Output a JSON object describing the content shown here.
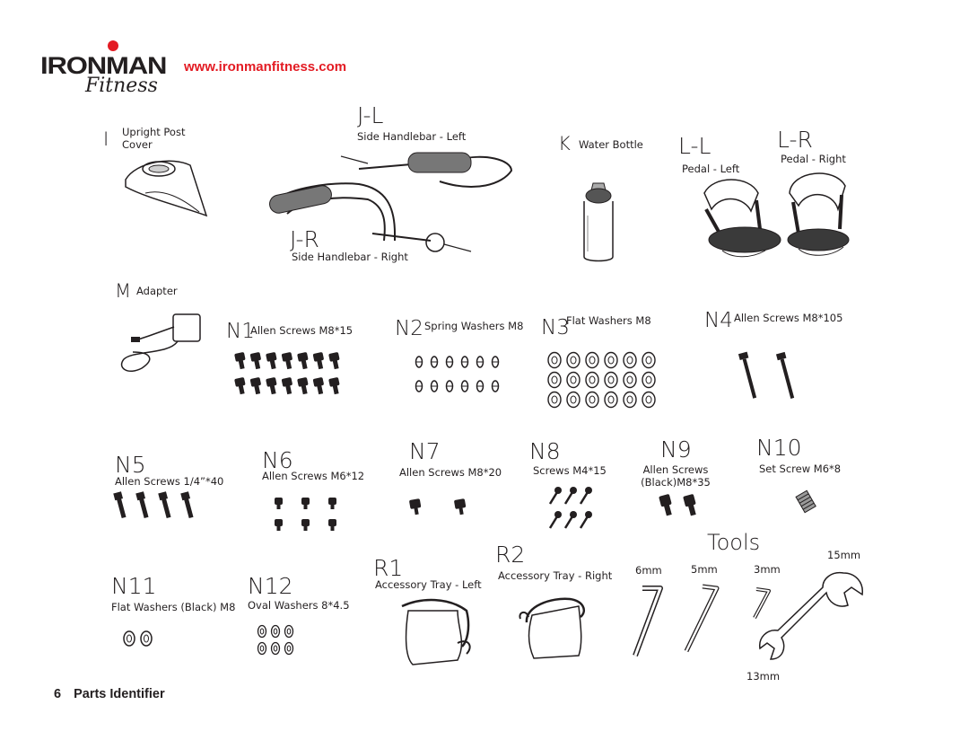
{
  "brand": {
    "logo_text": "IRONMAN",
    "logo_sub": "Fitness",
    "url": "www.ironmanfitness.com",
    "accent_color": "#e31b23"
  },
  "footer": {
    "page_number": "6",
    "title": "Parts Identifier"
  },
  "parts": {
    "I": {
      "code": "I",
      "label": "Upright Post Cover"
    },
    "JL": {
      "code": "J-L",
      "label": "Side Handlebar - Left"
    },
    "JR": {
      "code": "J-R",
      "label": "Side Handlebar - Right"
    },
    "K": {
      "code": "K",
      "label": "Water Bottle"
    },
    "LL": {
      "code": "L-L",
      "label": "Pedal - Left"
    },
    "LR": {
      "code": "L-R",
      "label": "Pedal - Right"
    },
    "M": {
      "code": "M",
      "label": "Adapter"
    },
    "N1": {
      "code": "N1",
      "label": "Allen Screws M8*15"
    },
    "N2": {
      "code": "N2",
      "label": "Spring Washers M8"
    },
    "N3": {
      "code": "N3",
      "label": "Flat Washers M8"
    },
    "N4": {
      "code": "N4",
      "label": "Allen Screws M8*105"
    },
    "N5": {
      "code": "N5",
      "label": "Allen Screws 1/4”*40"
    },
    "N6": {
      "code": "N6",
      "label": "Allen Screws M6*12"
    },
    "N7": {
      "code": "N7",
      "label": "Allen Screws M8*20"
    },
    "N8": {
      "code": "N8",
      "label": "Screws M4*15"
    },
    "N9": {
      "code": "N9",
      "label": "Allen Screws (Black)M8*35"
    },
    "N10": {
      "code": "N10",
      "label": "Set Screw M6*8"
    },
    "N11": {
      "code": "N11",
      "label": "Flat Washers (Black) M8"
    },
    "N12": {
      "code": "N12",
      "label": "Oval Washers 8*4.5"
    },
    "R1": {
      "code": "R1",
      "label": "Accessory Tray - Left"
    },
    "R2": {
      "code": "R2",
      "label": "Accessory Tray - Right"
    }
  },
  "tools": {
    "title": "Tools",
    "wrench_top": "15mm",
    "wrench_bottom": "13mm",
    "hex_keys": [
      "6mm",
      "5mm",
      "3mm"
    ]
  }
}
